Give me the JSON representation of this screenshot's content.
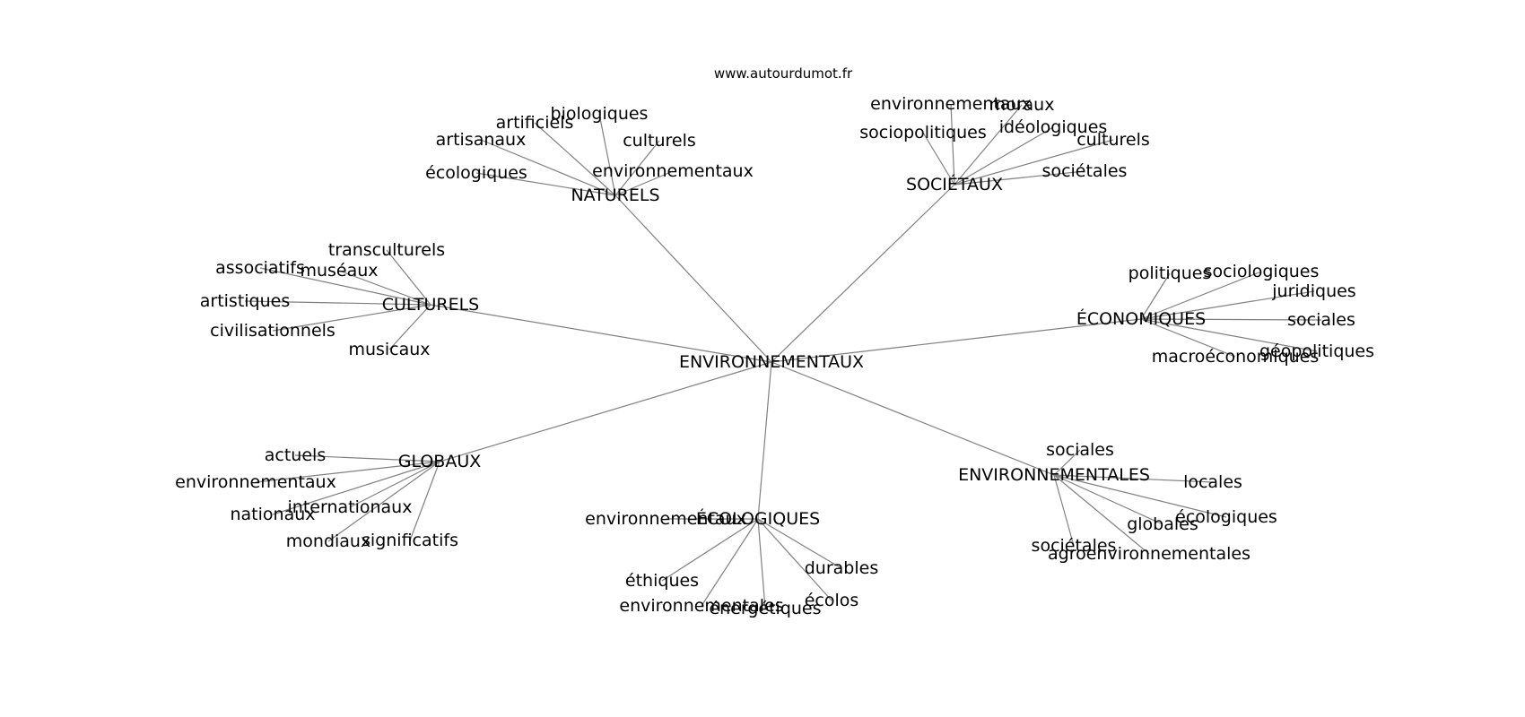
{
  "site": "www.autourdumot.fr",
  "root": {
    "label": "ENVIRONNEMENTAUX"
  },
  "hubs": [
    {
      "label": "NATURELS",
      "leaves": [
        "biologiques",
        "artificiels",
        "artisanaux",
        "culturels",
        "environnementaux",
        "écologiques"
      ]
    },
    {
      "label": "SOCIÉTAUX",
      "leaves": [
        "environnementaux",
        "moraux",
        "idéologiques",
        "sociopolitiques",
        "culturels",
        "sociétales"
      ]
    },
    {
      "label": "CULTURELS",
      "leaves": [
        "transculturels",
        "associatifs",
        "muséaux",
        "artistiques",
        "civilisationnels",
        "musicaux"
      ]
    },
    {
      "label": "ÉCONOMIQUES",
      "leaves": [
        "politiques",
        "sociologiques",
        "juridiques",
        "sociales",
        "géopolitiques",
        "macroéconomiques"
      ]
    },
    {
      "label": "GLOBAUX",
      "leaves": [
        "actuels",
        "environnementaux",
        "internationaux",
        "nationaux",
        "mondiaux",
        "significatifs"
      ]
    },
    {
      "label": "ÉCOLOGIQUES",
      "leaves": [
        "environnementaux",
        "durables",
        "éthiques",
        "écolos",
        "environnementales",
        "énergétiques"
      ]
    },
    {
      "label": "ENVIRONNEMENTALES",
      "leaves": [
        "sociales",
        "locales",
        "écologiques",
        "globales",
        "sociétales",
        "agroenvironnementales"
      ]
    }
  ]
}
